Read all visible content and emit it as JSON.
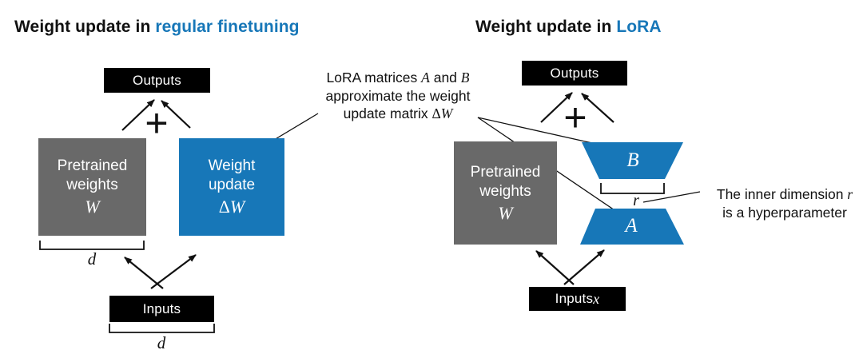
{
  "colors": {
    "accent_blue": "#1777b8",
    "box_gray": "#696969",
    "box_black": "#000000",
    "line_dark": "#111111"
  },
  "left_panel": {
    "title_prefix": "Weight update in ",
    "title_highlight": "regular finetuning",
    "outputs_label": "Outputs",
    "plus_sign": "+",
    "pretrained_box": {
      "line1": "Pretrained",
      "line2": "weights",
      "symbol": "W"
    },
    "update_box": {
      "line1": "Weight",
      "line2": "update",
      "symbol_delta": "Δ",
      "symbol_w": "W"
    },
    "weights_dim_label": "d",
    "inputs_label": "Inputs",
    "inputs_dim_label": "d"
  },
  "right_panel": {
    "title_prefix": "Weight update in ",
    "title_highlight": "LoRA",
    "outputs_label": "Outputs",
    "plus_sign": "+",
    "pretrained_box": {
      "line1": "Pretrained",
      "line2": "weights",
      "symbol": "W"
    },
    "matrix_b_label": "B",
    "matrix_a_label": "A",
    "rank_label": "r",
    "inputs_label": "Inputs ",
    "inputs_symbol": "x"
  },
  "annotations": {
    "lora_note": {
      "line1_prefix": "LoRA matrices ",
      "line1_sym_a": "A",
      "line1_mid": " and ",
      "line1_sym_b": "B",
      "line2": "approximate the weight",
      "line3_prefix": "update matrix ",
      "line3_sym_delta": "Δ",
      "line3_sym_w": "W"
    },
    "rank_note": {
      "line1_prefix": "The inner dimension ",
      "line1_sym": "r",
      "line2": "is a hyperparameter"
    }
  }
}
